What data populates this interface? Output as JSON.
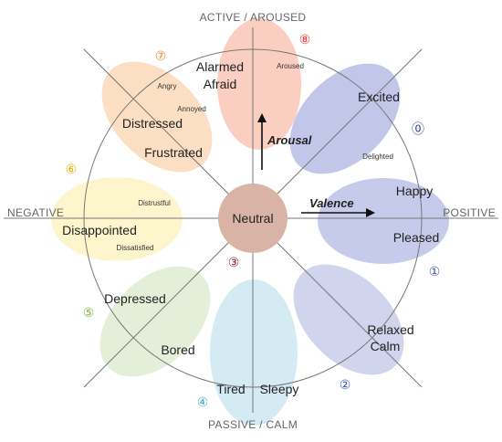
{
  "axes": {
    "top": "ACTIVE / AROUSED",
    "bottom": "PASSIVE / CALM",
    "left": "NEGATIVE",
    "right": "POSITIVE"
  },
  "arrows": {
    "arousal": "Arousal",
    "valence": "Valence"
  },
  "center": "Neutral",
  "sectors": [
    {
      "number": "⓪",
      "color": "#2e3a8c",
      "big": [
        "Excited"
      ],
      "small": [
        "Delighted"
      ]
    },
    {
      "number": "①",
      "color": "#3c58b0",
      "big": [
        "Happy",
        "Pleased"
      ],
      "small": []
    },
    {
      "number": "②",
      "color": "#3c58b0",
      "big": [
        "Relaxed",
        "Calm"
      ],
      "small": []
    },
    {
      "number": "③",
      "color": "#8b1f1f",
      "big": [],
      "small": []
    },
    {
      "number": "④",
      "color": "#4aa9c9",
      "big": [
        "Tired",
        "Sleepy"
      ],
      "small": []
    },
    {
      "number": "⑤",
      "color": "#7cb342",
      "big": [
        "Depressed",
        "Bored"
      ],
      "small": []
    },
    {
      "number": "⑥",
      "color": "#e0b000",
      "big": [
        "Disappointed"
      ],
      "small": [
        "Distrustful",
        "Dissatisfied"
      ]
    },
    {
      "number": "⑦",
      "color": "#f08a24",
      "big": [
        "Distressed",
        "Frustrated"
      ],
      "small": [
        "Angry",
        "Annoyed"
      ]
    },
    {
      "number": "⑧",
      "color": "#e53935",
      "big": [
        "Alarmed",
        "Afraid"
      ],
      "small": [
        "Aroused"
      ]
    }
  ],
  "colors": {
    "blob_blue": "#bcc2e8",
    "blob_light_blue": "#cde8f2",
    "blob_green": "#dfecd2",
    "blob_yellow": "#fdf4c4",
    "blob_orange": "#fbd9b8",
    "blob_red": "#f9c6b6",
    "center": "#d9b4a6"
  }
}
